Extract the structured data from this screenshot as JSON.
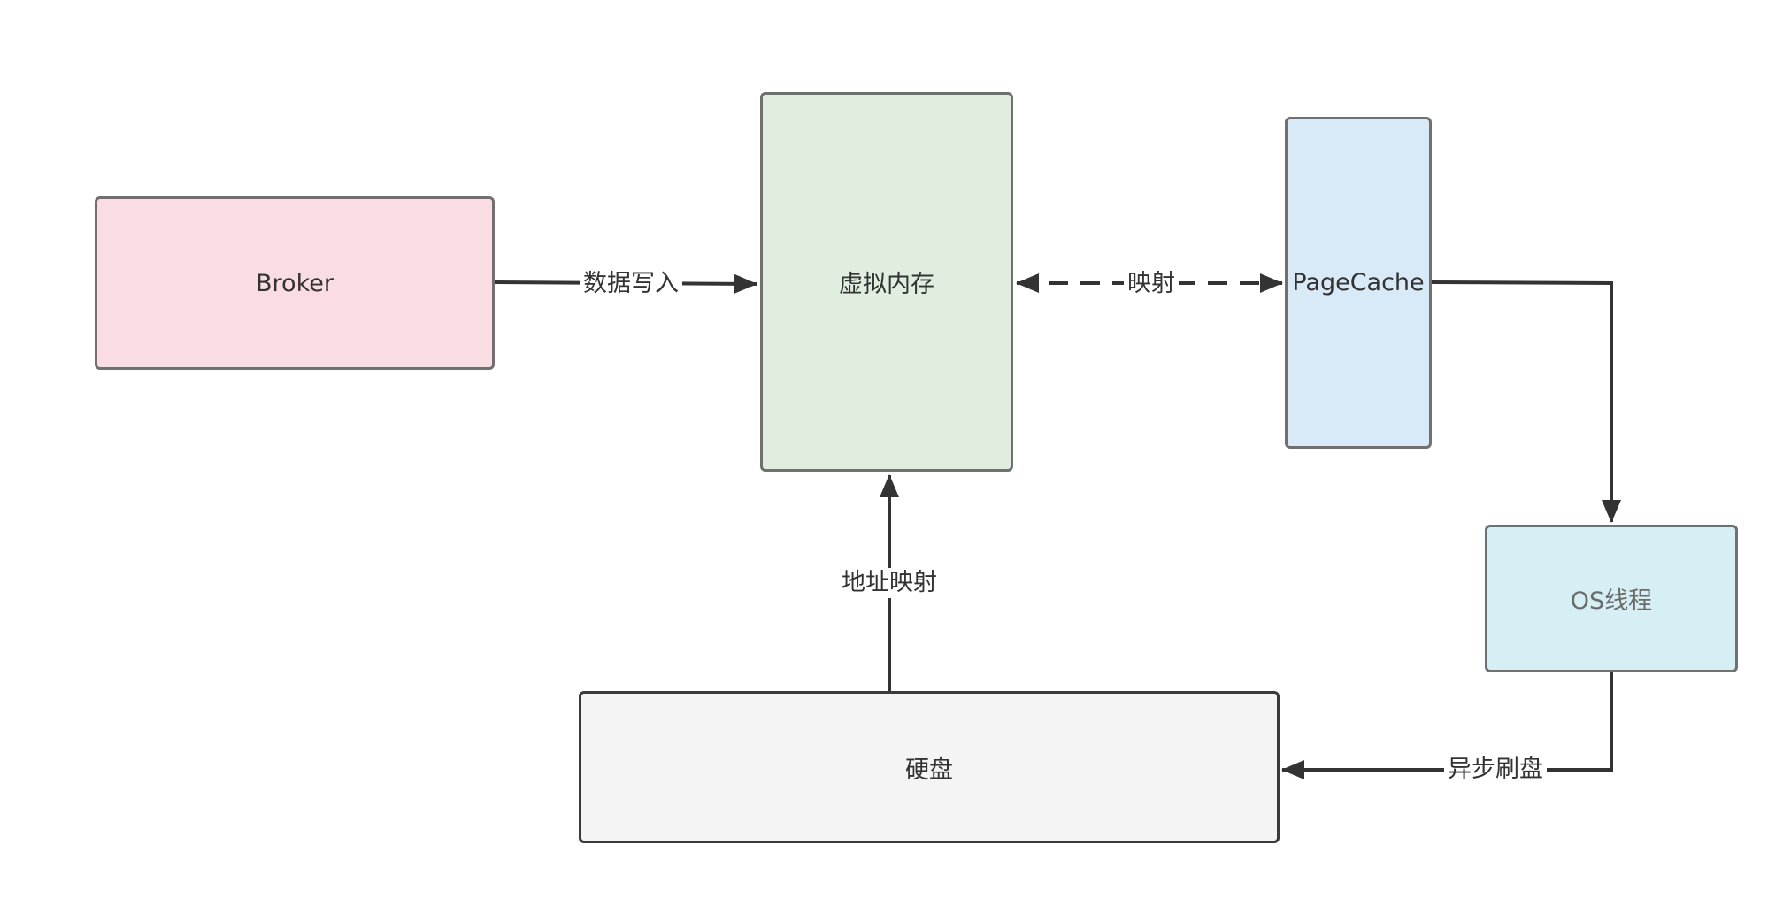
{
  "nodes": {
    "broker": "Broker",
    "virtual_memory": "虚拟内存",
    "page_cache": "PageCache",
    "os_thread": "OS线程",
    "disk": "硬盘"
  },
  "edges": {
    "broker_to_vmem": "数据写入",
    "vmem_pagecache": "映射",
    "disk_to_vmem": "地址映射",
    "os_to_disk": "异步刷盘"
  },
  "colors": {
    "broker_fill": "#f9dde2",
    "virtual_memory_fill": "#e0eee0",
    "page_cache_fill": "#d8e9f8",
    "os_thread_fill": "#d6eff4",
    "disk_fill": "#f4f4f4",
    "edge_stroke": "#333333"
  }
}
